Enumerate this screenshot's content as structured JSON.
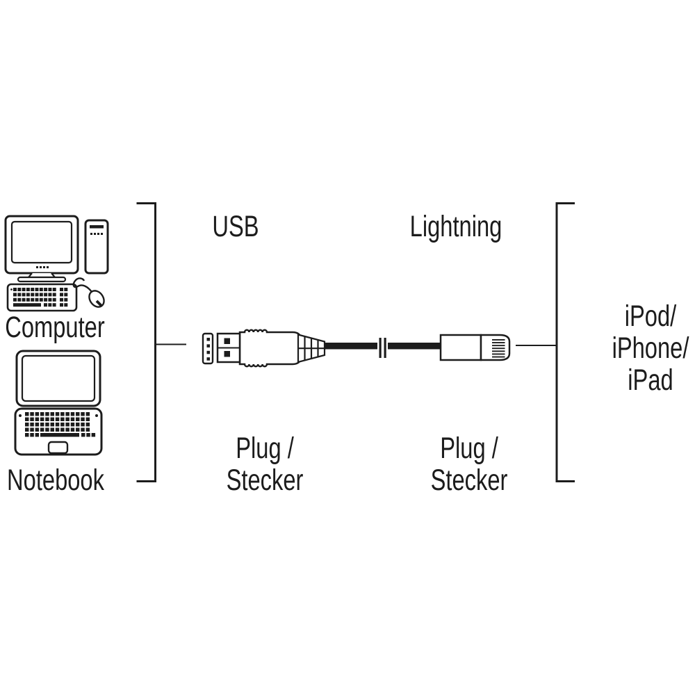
{
  "labels": {
    "computer": "Computer",
    "notebook": "Notebook",
    "usb": "USB",
    "lightning": "Lightning",
    "plug_left": {
      "line1": "Plug /",
      "line2": "Stecker"
    },
    "plug_right": {
      "line1": "Plug /",
      "line2": "Stecker"
    },
    "target_devices": {
      "lines": [
        "iPod/",
        "iPhone/",
        "iPad"
      ]
    }
  },
  "icons": [
    "desktop-computer-icon",
    "notebook-icon",
    "usb-plug-icon",
    "lightning-plug-icon",
    "cable-break-icon"
  ],
  "colors": {
    "background": "#ffffff",
    "line": "#1c1c1c",
    "text": "#1c1c1c"
  }
}
